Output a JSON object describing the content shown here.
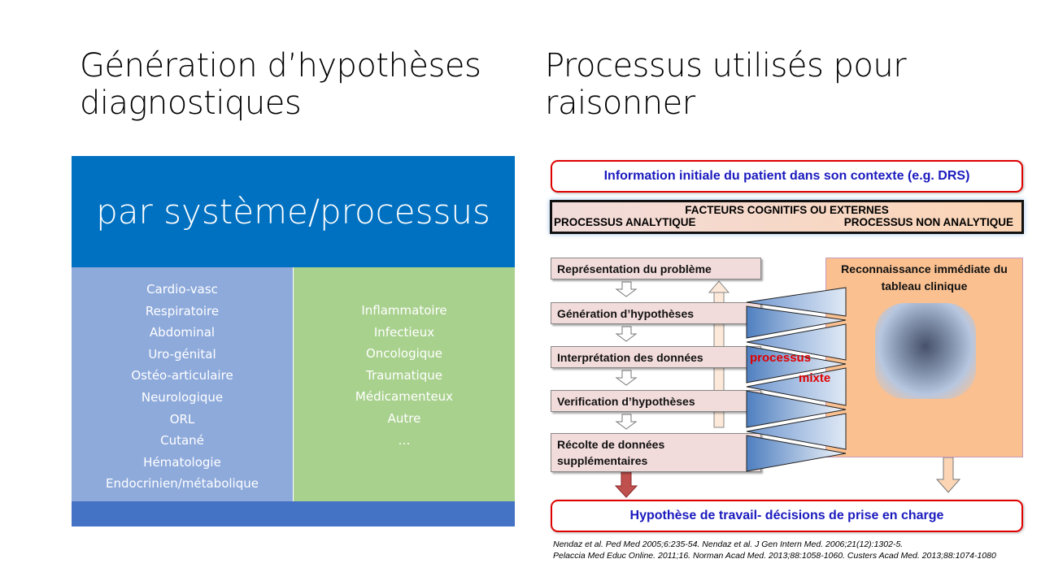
{
  "left": {
    "title": "Génération d’hypothèses diagnostiques",
    "header": "par système/processus",
    "systems": [
      "Cardio-vasc",
      "Respiratoire",
      "Abdominal",
      "Uro-génital",
      "Ostéo-articulaire",
      "Neurologique",
      "ORL",
      "Cutané",
      "Hématologie",
      "Endocrinien/métabolique"
    ],
    "processes": [
      "Inflammatoire",
      "Infectieux",
      "Oncologique",
      "Traumatique",
      "Médicamenteux",
      "Autre",
      "…"
    ]
  },
  "right": {
    "title": "Processus utilisés pour raisonner",
    "top_box": "Information initiale du patient dans son contexte (e.g. DRS)",
    "factors": "FACTEURS COGNITIFS OU EXTERNES",
    "analytic": "PROCESSUS ANALYTIQUE",
    "non_analytic": "PROCESSUS NON ANALYTIQUE",
    "steps": [
      "Représentation du problème",
      "Génération d’hypothèses",
      "Interprétation des données",
      "Verification d’hypothèses",
      "Récolte de données supplémentaires"
    ],
    "recognition": "Reconnaissance immédiate du tableau clinique",
    "mixed_1": "processus",
    "mixed_2": "mixte",
    "bottom_box": "Hypothèse de travail- décisions de prise en charge",
    "references": [
      "Nendaz et al. Ped Med 2005;6:235-54. Nendaz et al. J Gen Intern Med. 2006;21(12):1302-5.",
      "Pelaccia Med Educ Online. 2011;16. Norman Acad Med. 2013;88:1058-1060. Custers Acad Med. 2013;88:1074-1080"
    ]
  },
  "colors": {
    "blue": "#0070c0",
    "lightblue": "#8eaadb",
    "green": "#a9d18e",
    "bar": "#4472c4",
    "red": "#e00000"
  }
}
